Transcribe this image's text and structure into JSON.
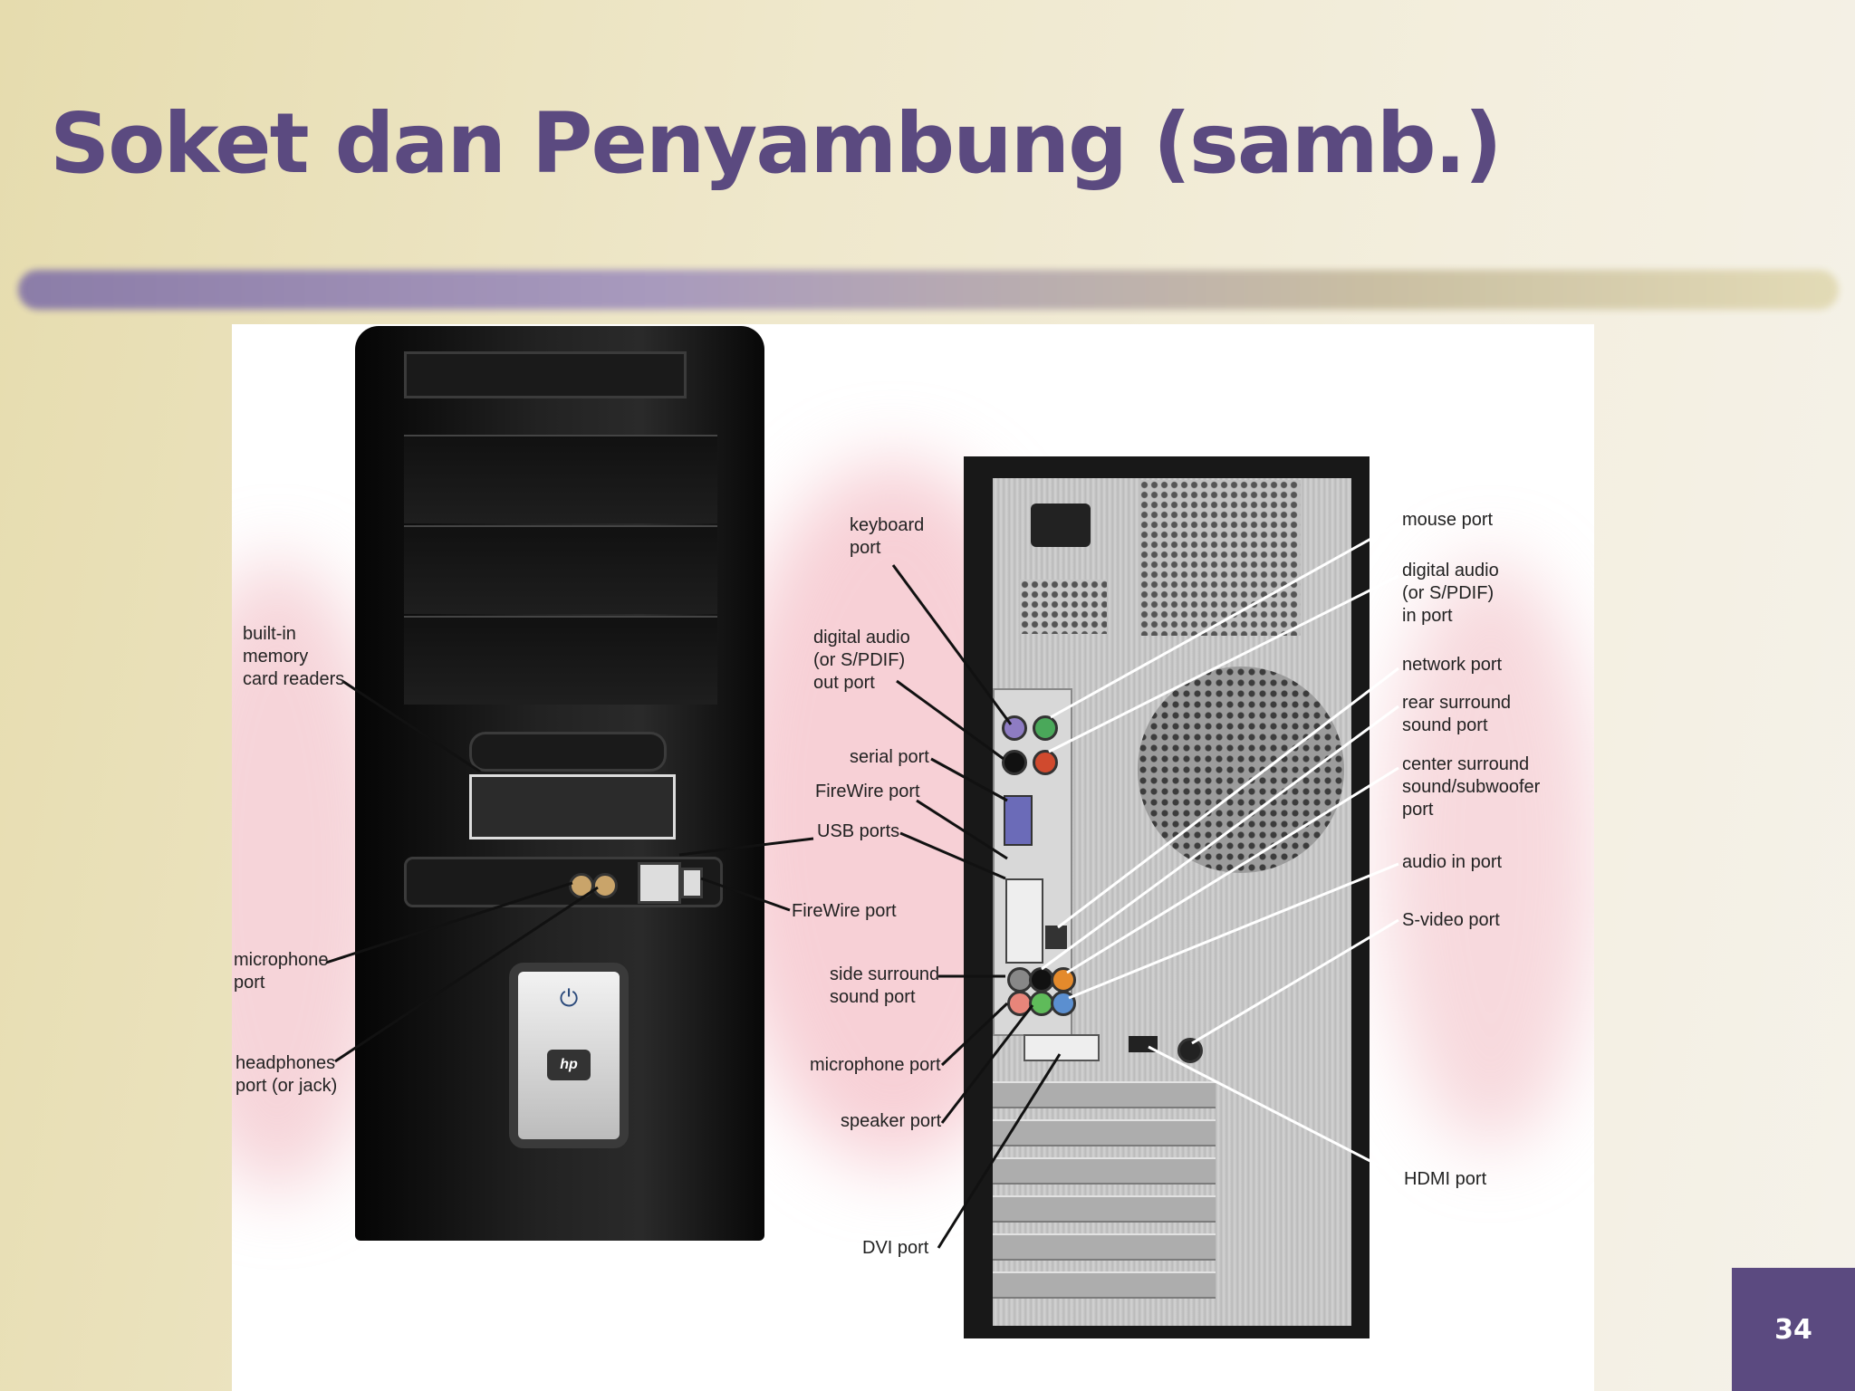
{
  "slide": {
    "title": "Soket dan Penyambung (samb.)",
    "page_number": "34"
  },
  "front_labels": {
    "memory_card_readers": "built-in\nmemory\ncard readers",
    "microphone_port": "microphone\nport",
    "headphones_port": "headphones\nport (or jack)"
  },
  "rear_left_labels": {
    "keyboard_port": "keyboard\nport",
    "digital_audio_out": "digital audio\n(or S/PDIF)\nout port",
    "serial_port": "serial port",
    "firewire_port_rear": "FireWire port",
    "usb_ports": "USB ports",
    "firewire_port_front": "FireWire port",
    "side_surround": "side surround\nsound port",
    "microphone_port_rear": "microphone port",
    "speaker_port": "speaker port",
    "dvi_port": "DVI port"
  },
  "rear_right_labels": {
    "mouse_port": "mouse port",
    "digital_audio_in": "digital audio\n(or S/PDIF)\nin port",
    "network_port": "network port",
    "rear_surround": "rear surround\nsound port",
    "center_surround": "center surround\nsound/subwoofer\nport",
    "audio_in_port": "audio in port",
    "svideo_port": "S-video port",
    "hdmi_port": "HDMI port"
  },
  "colors": {
    "title": "#5b4a80",
    "accent_box": "#5b4a80"
  }
}
